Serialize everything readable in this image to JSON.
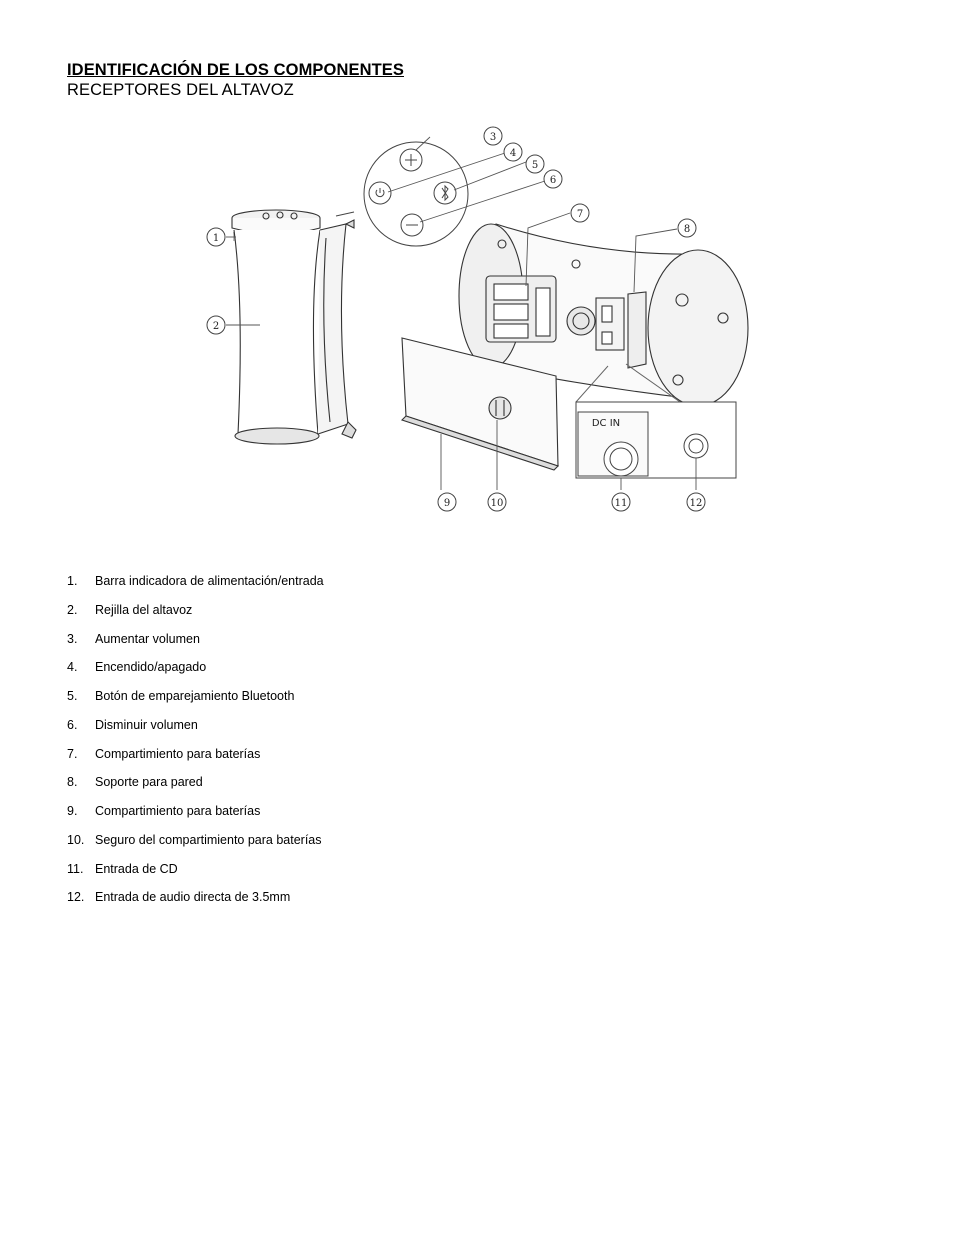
{
  "header": {
    "title": "IDENTIFICACIÓN DE LOS COMPONENTES",
    "subtitle": "RECEPTORES DEL ALTAVOZ"
  },
  "figure": {
    "callouts": [
      "1",
      "2",
      "3",
      "4",
      "5",
      "6",
      "7",
      "8",
      "9",
      "10",
      "11",
      "12"
    ],
    "dc_label": "DC IN"
  },
  "components": [
    {
      "num": "1.",
      "label": "Barra indicadora de alimentación/entrada"
    },
    {
      "num": "2.",
      "label": "Rejilla del altavoz"
    },
    {
      "num": "3.",
      "label": "Aumentar volumen"
    },
    {
      "num": "4.",
      "label": "Encendido/apagado"
    },
    {
      "num": "5.",
      "label": "Botón de emparejamiento Bluetooth"
    },
    {
      "num": "6.",
      "label": "Disminuir volumen"
    },
    {
      "num": "7.",
      "label": "Compartimiento para baterías"
    },
    {
      "num": "8.",
      "label": "Soporte para pared"
    },
    {
      "num": "9.",
      "label": "Compartimiento para baterías"
    },
    {
      "num": "10.",
      "label": "Seguro del compartimiento para baterías"
    },
    {
      "num": "11.",
      "label": "Entrada de CD"
    },
    {
      "num": "12.",
      "label": "Entrada de audio directa de 3.5mm"
    }
  ]
}
